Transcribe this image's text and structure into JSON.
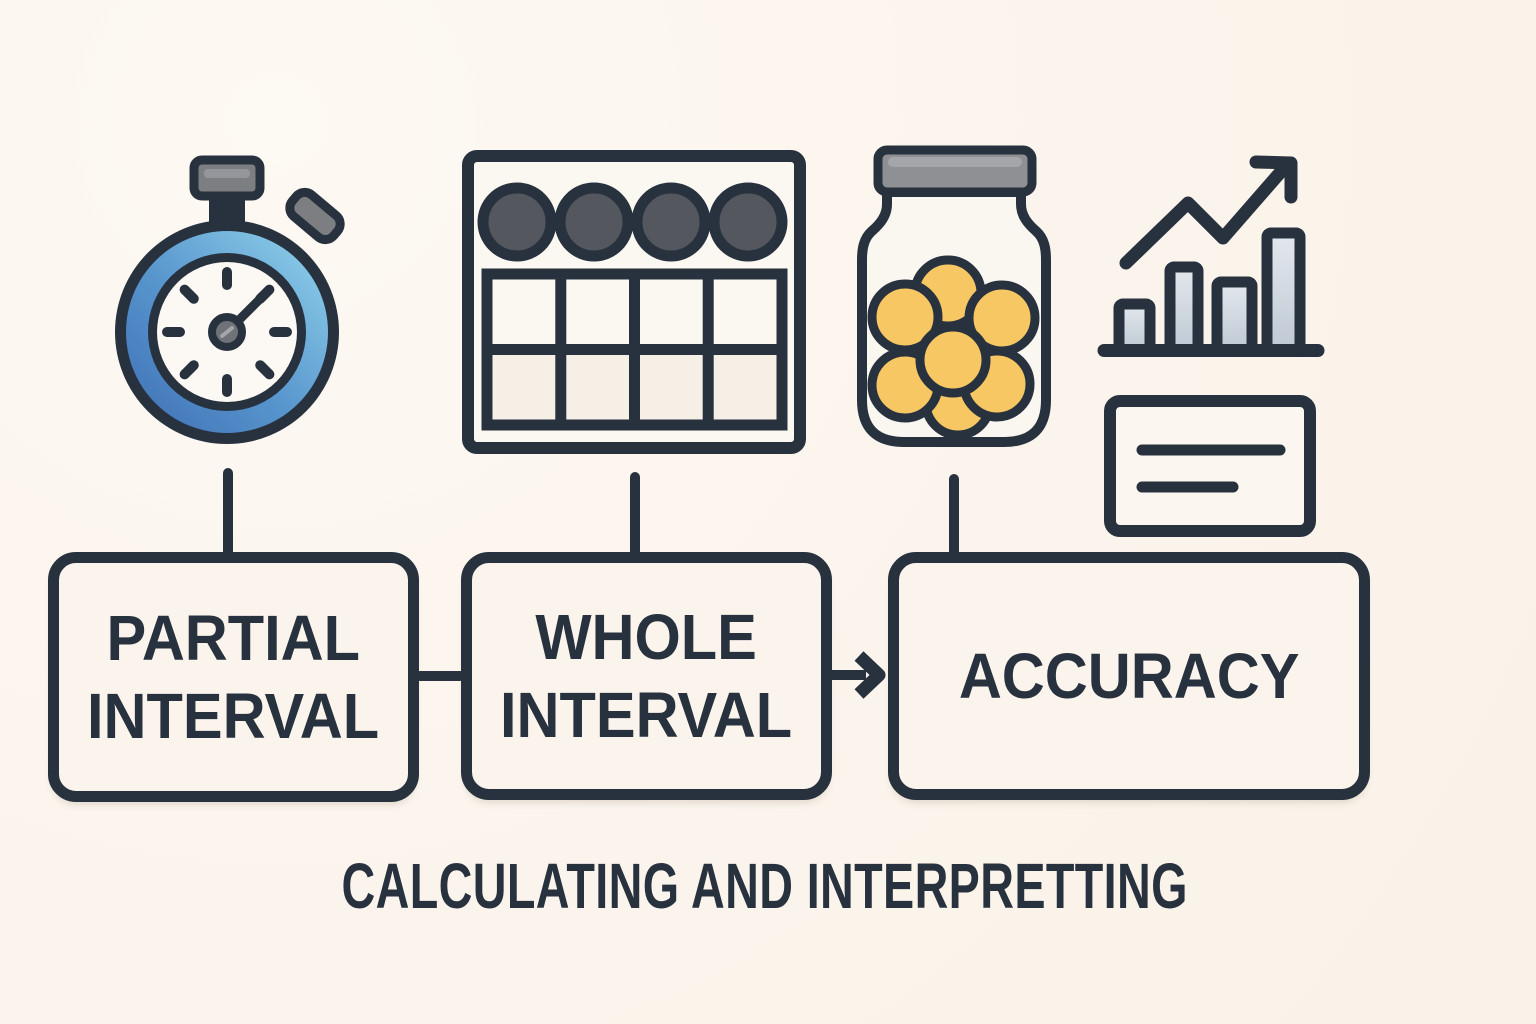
{
  "title_caption": "CALCULATING AND INTERPRETTING",
  "palette": {
    "background": "#fbf4ec",
    "ink": "#28323f",
    "stopwatch_ring_blue_dark": "#3f6fb4",
    "stopwatch_ring_blue_light": "#93d4ec",
    "token_yellow": "#f7c763",
    "metal_gray": "#7c7e82",
    "bar_fill": "#c5cfd9"
  },
  "flow": {
    "boxes": [
      {
        "id": "partial-interval",
        "lines": [
          "PARTIAL",
          "INTERVAL"
        ],
        "icon": "stopwatch-icon"
      },
      {
        "id": "whole-interval",
        "lines": [
          "WHOLE",
          "INTERVAL"
        ],
        "icon": "tally-grid-icon"
      },
      {
        "id": "accuracy",
        "lines": [
          "ACCURACY"
        ],
        "icon": "token-jar-icon"
      }
    ],
    "arrow": {
      "from": "whole-interval",
      "to": "accuracy"
    }
  },
  "icons": [
    {
      "name": "stopwatch-icon",
      "depicts": "blue stopwatch, hand pointing upper-right, 8 tick marks"
    },
    {
      "name": "tally-grid-icon",
      "depicts": "panel with 4 dark dots above a 4x2 tally grid",
      "dot_count": 4,
      "grid_columns": 4,
      "grid_rows": 2
    },
    {
      "name": "token-jar-icon",
      "depicts": "jar with gray lid holding yellow tokens",
      "token_count": 7
    },
    {
      "name": "trend-bar-chart-icon",
      "depicts": "four bars with rising zigzag arrow",
      "bar_heights_relative": [
        0.39,
        0.71,
        0.58,
        1.0
      ]
    },
    {
      "name": "note-card-icon",
      "depicts": "card with two ruled lines",
      "line_count": 2
    }
  ]
}
